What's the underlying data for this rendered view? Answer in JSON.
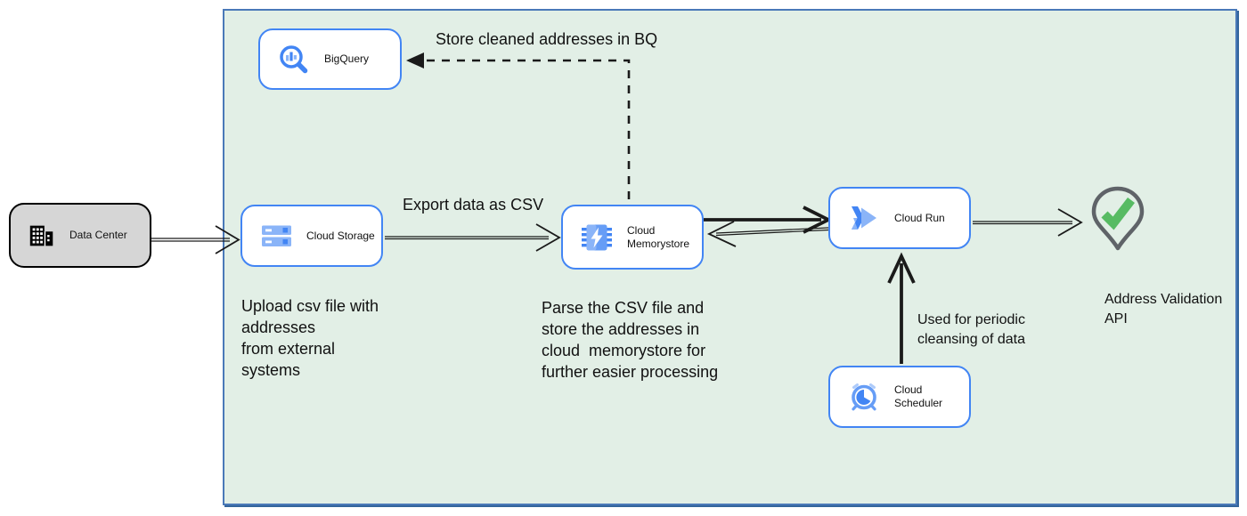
{
  "nodes": {
    "data_center": {
      "label": "Data Center"
    },
    "bigquery": {
      "label": "BigQuery"
    },
    "cloud_storage": {
      "label": "Cloud Storage"
    },
    "cloud_memorystore": {
      "label": "Cloud Memorystore"
    },
    "cloud_run": {
      "label": "Cloud Run"
    },
    "cloud_scheduler": {
      "label": "Cloud Scheduler"
    },
    "address_validation": {
      "label": "Address Validation\nAPI"
    }
  },
  "annotations": {
    "store_bq": "Store cleaned addresses in BQ",
    "export_csv": "Export data as CSV",
    "upload_note": "Upload csv file with\naddresses\nfrom external\nsystems",
    "parse_note": "Parse the CSV file and\nstore the addresses in\ncloud  memorystore for\nfurther easier processing",
    "periodic_note": "Used for periodic\ncleansing of data"
  },
  "colors": {
    "container_fill": "#e2efe6",
    "container_border": "#4a79b8",
    "node_border": "#4285f4",
    "node_fill": "#ffffff",
    "external_fill": "#d6d6d6",
    "external_border": "#000000",
    "arrow": "#1a1a1a",
    "icon_blue": "#4285f4",
    "icon_blue_mid": "#669df6",
    "icon_blue_light": "#8ab4f8",
    "check_green": "#57bb63",
    "pin_outline": "#5f6368",
    "text": "#111111"
  }
}
